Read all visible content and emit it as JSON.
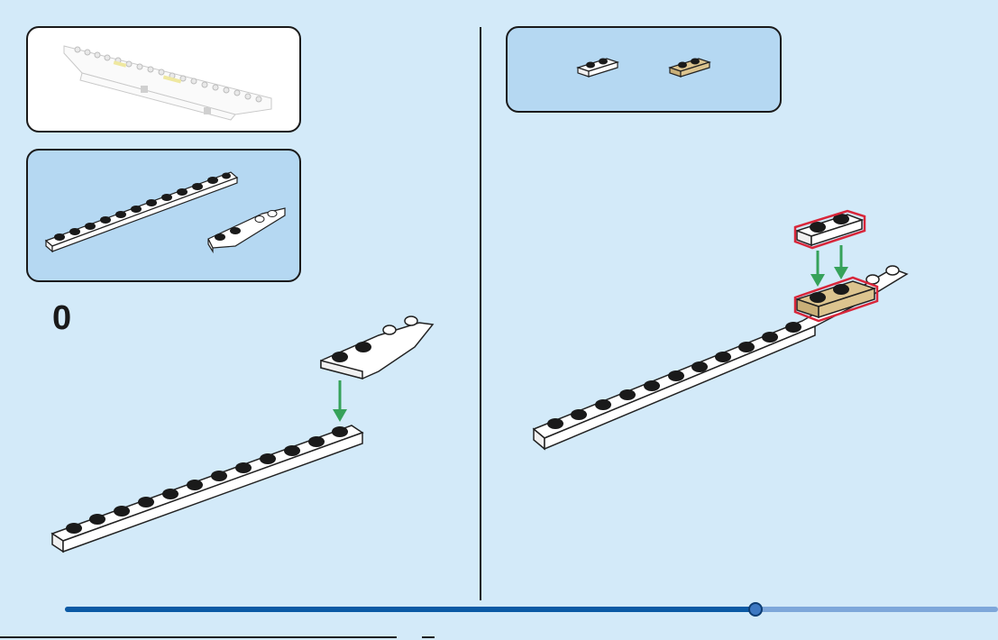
{
  "page": {
    "step_number": "0",
    "progress_fraction": 0.74
  },
  "colors": {
    "background": "#d3eaf9",
    "parts_panel": "#b5d8f2",
    "submodel_panel": "#ffffff",
    "arrow": "#36a25a",
    "highlight": "#d8263a",
    "brick_white": "#ffffff",
    "brick_tan": "#dcc48f",
    "progress_fill": "#0b5aa5",
    "progress_track": "#7ea7da"
  },
  "parts": {
    "left": [
      {
        "name": "plate-1x12",
        "color": "white"
      },
      {
        "name": "wedge-slope-plate",
        "color": "white"
      }
    ],
    "right": [
      {
        "name": "plate-1x2",
        "color": "white"
      },
      {
        "name": "plate-1x2",
        "color": "tan"
      }
    ]
  }
}
